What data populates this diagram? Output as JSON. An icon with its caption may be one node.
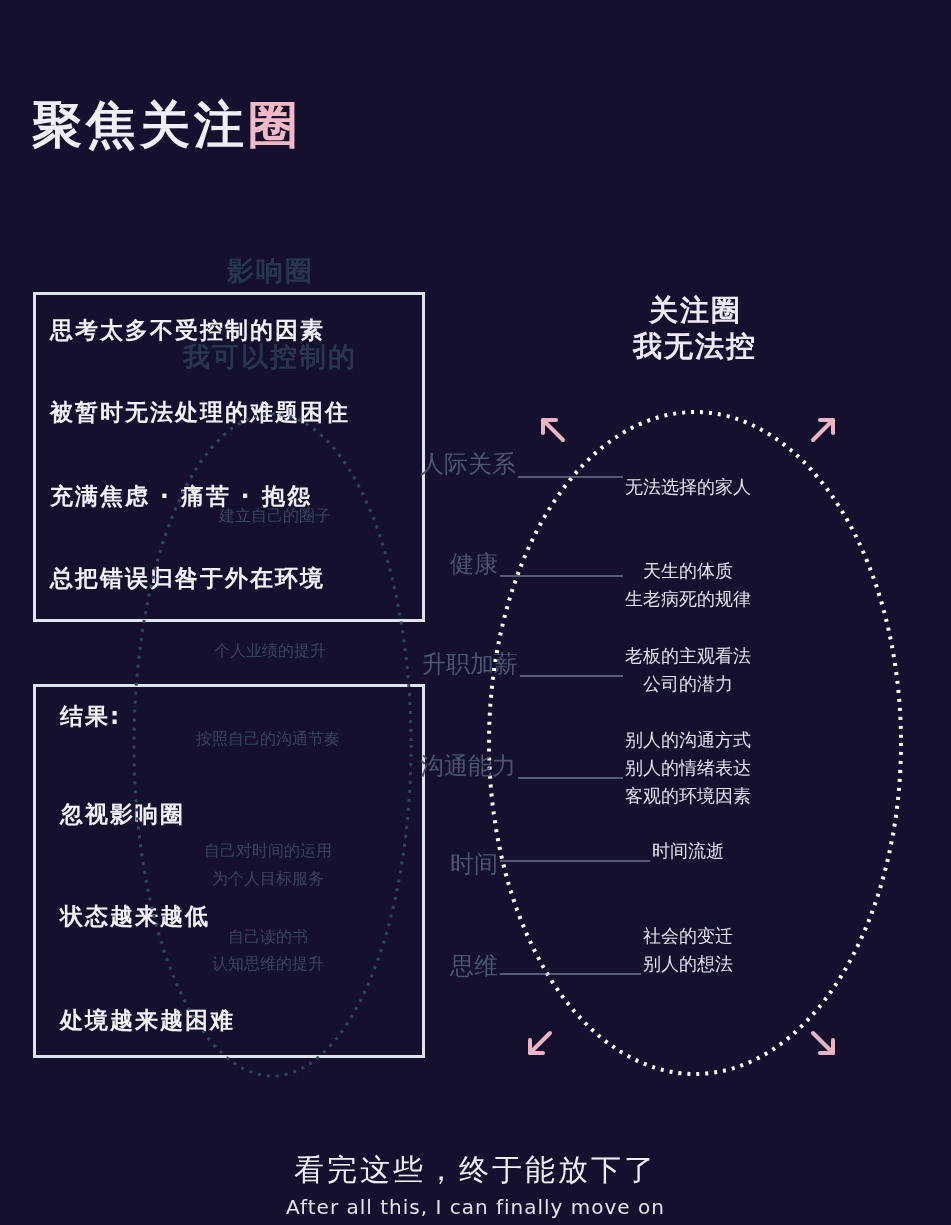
{
  "diagram": {
    "title": "聚焦关注圈",
    "caption": "看完这些，终于能放下了",
    "nodes": [
      {
        "text": [
          "思考太多不受控制的因素",
          "被暂时无法处理的难题困住",
          "充满焦虑 · 痛苦 · 抱怨",
          "总把错误归咎于外在环境"
        ]
      },
      {
        "text": [
          "结果:",
          "忽视影响圈",
          "状态越来越低",
          "处境越来越困难"
        ]
      },
      {
        "text": [],
        "shape": "ellipse"
      },
      {
        "text": [
          "关注圈",
          "我无法控"
        ]
      },
      {
        "text": [
          "人际关系"
        ]
      },
      {
        "text": [
          "健康"
        ]
      },
      {
        "text": [
          "升职加薪"
        ]
      },
      {
        "text": [
          "沟通能力"
        ]
      },
      {
        "text": [
          "时间"
        ]
      },
      {
        "text": [
          "思维"
        ]
      },
      {
        "text": [
          "无法选择的家人"
        ],
        "in": 3
      },
      {
        "text": [
          "天生的体质",
          "生老病死的规律"
        ],
        "in": 3
      },
      {
        "text": [
          "老板的主观看法",
          "公司的潜力"
        ],
        "in": 3
      },
      {
        "text": [
          "别人的沟通方式",
          "别人的情绪表达",
          "客观的环境因素"
        ],
        "in": 3
      },
      {
        "text": [
          "时间流逝"
        ],
        "in": 3
      },
      {
        "text": [
          "社会的变迁",
          "别人的想法"
        ],
        "in": 3
      }
    ],
    "edges": [
      {
        "from": 4,
        "to": 10,
        "arrow": "none"
      },
      {
        "from": 5,
        "to": 11,
        "arrow": "none"
      },
      {
        "from": 6,
        "to": 12,
        "arrow": "none"
      },
      {
        "from": 7,
        "to": 13,
        "arrow": "none"
      },
      {
        "from": 8,
        "to": 14,
        "arrow": "none"
      },
      {
        "from": 9,
        "to": 15,
        "arrow": "none"
      }
    ],
    "labels": [
      "影响圈",
      "我可以控制的",
      "建立自己的圈子",
      "个人业绩的提升",
      "按照自己的沟通节奏",
      "自己对时间的运用",
      "为个人目标服务",
      "自己读的书",
      "认知思维的提升",
      "After all this, I can finally move on"
    ]
  }
}
